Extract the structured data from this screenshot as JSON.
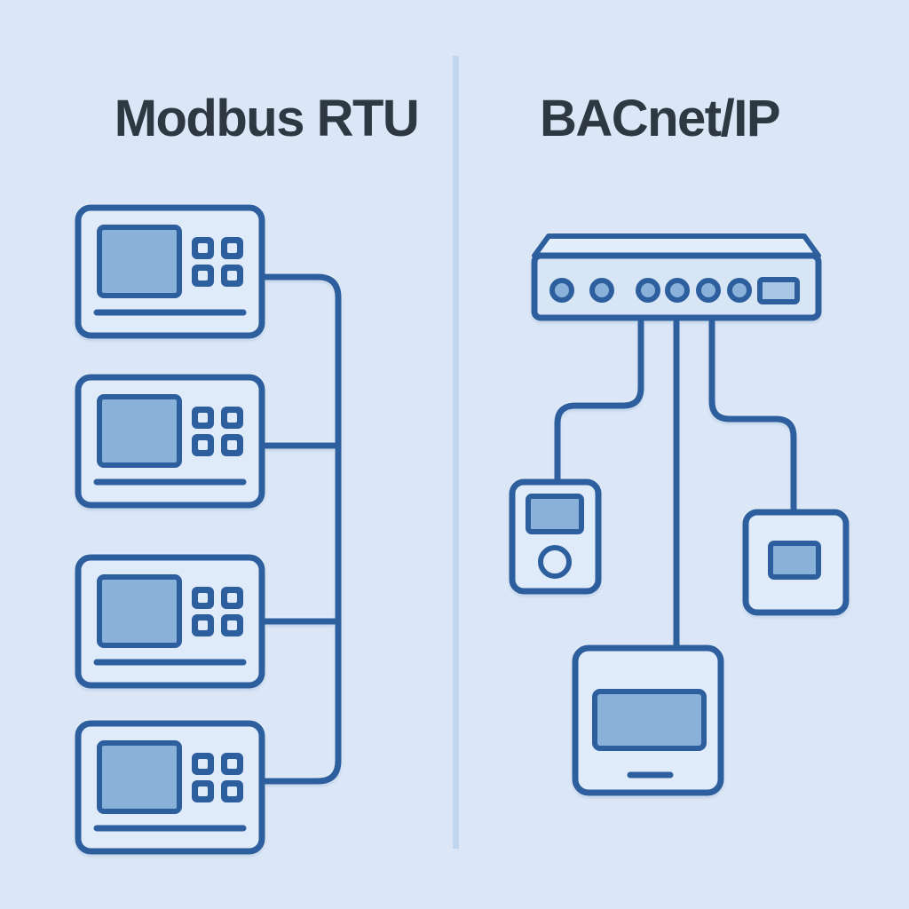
{
  "colors": {
    "background": "#dbe7f6",
    "divider": "#bfd6ee",
    "title_text": "#2e3843",
    "stroke": "#2d5f9e",
    "device_fill": "#e0ebfa",
    "screen_fill": "#8ab1da",
    "switch_top_fill": "#e3eefb",
    "switch_front_fill": "#d8e5f4",
    "port_fill": "#a9c6e6"
  },
  "left_panel": {
    "title": "Modbus RTU",
    "device_count": 4,
    "device_icon": "rtu-controller-icon",
    "bus_style": "daisy-chain-bus"
  },
  "right_panel": {
    "title": "BACnet/IP",
    "switch_icon": "network-switch-icon",
    "switch_round_port_count": 6,
    "switch_rect_port_count": 1,
    "device_icons": [
      "sensor-icon",
      "io-module-icon",
      "thermostat-icon"
    ]
  }
}
